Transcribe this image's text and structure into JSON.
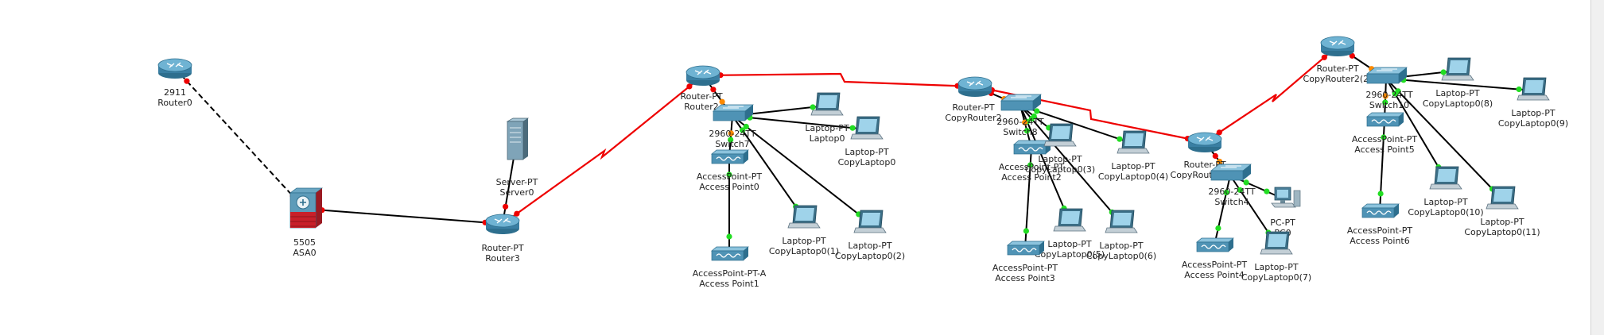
{
  "colors": {
    "link_straight": "#000000",
    "link_serial": "#ee0000",
    "port_up": "#22dd22",
    "port_down": "#ee0000",
    "port_blocking": "#ff8a00",
    "router_body": "#4b90b3",
    "switch_body": "#4f93b5",
    "laptop_screen": "#9fd3ea",
    "firewall": "#c8202a"
  },
  "devices": [
    {
      "id": "router0",
      "type": "router",
      "icon": "router-icon",
      "labels": [
        "2911",
        "Router0"
      ]
    },
    {
      "id": "asa0",
      "type": "firewall",
      "icon": "firewall-icon",
      "labels": [
        "5505",
        "ASA0"
      ]
    },
    {
      "id": "server0",
      "type": "server",
      "icon": "server-icon",
      "labels": [
        "Server-PT",
        "Server0"
      ]
    },
    {
      "id": "router3",
      "type": "router",
      "icon": "router-icon",
      "labels": [
        "Router-PT",
        "Router3"
      ]
    },
    {
      "id": "router2",
      "type": "router",
      "icon": "router-icon",
      "labels": [
        "Router-PT",
        "Router2"
      ]
    },
    {
      "id": "switch7",
      "type": "switch",
      "icon": "switch-icon",
      "labels": [
        "2960-24TT",
        "Switch7"
      ]
    },
    {
      "id": "ap0",
      "type": "accesspoint",
      "icon": "access-point-icon",
      "labels": [
        "AccessPoint-PT",
        "Access Point0"
      ]
    },
    {
      "id": "laptop0",
      "type": "laptop",
      "icon": "laptop-icon",
      "labels": [
        "Laptop-PT",
        "Laptop0"
      ]
    },
    {
      "id": "copylaptop0",
      "type": "laptop",
      "icon": "laptop-icon",
      "labels": [
        "Laptop-PT",
        "CopyLaptop0"
      ]
    },
    {
      "id": "copylaptop0_1",
      "type": "laptop",
      "icon": "laptop-icon",
      "labels": [
        "Laptop-PT",
        "CopyLaptop0(1)"
      ]
    },
    {
      "id": "copylaptop0_2",
      "type": "laptop",
      "icon": "laptop-icon",
      "labels": [
        "Laptop-PT",
        "CopyLaptop0(2)"
      ]
    },
    {
      "id": "ap1",
      "type": "accesspoint",
      "icon": "access-point-icon",
      "labels": [
        "AccessPoint-PT-A",
        "Access Point1"
      ]
    },
    {
      "id": "copyrouter2",
      "type": "router",
      "icon": "router-icon",
      "labels": [
        "Router-PT",
        "CopyRouter2"
      ]
    },
    {
      "id": "switch8",
      "type": "switch",
      "icon": "switch-icon",
      "labels": [
        "2960-24TT",
        "Switch8"
      ]
    },
    {
      "id": "ap2",
      "type": "accesspoint",
      "icon": "access-point-icon",
      "labels": [
        "AccessPoint-PT",
        "Access Point2"
      ]
    },
    {
      "id": "copylaptop0_3",
      "type": "laptop",
      "icon": "laptop-icon",
      "labels": [
        "Laptop-PT",
        "CopyLaptop0(3)"
      ]
    },
    {
      "id": "copylaptop0_4",
      "type": "laptop",
      "icon": "laptop-icon",
      "labels": [
        "Laptop-PT",
        "CopyLaptop0(4)"
      ]
    },
    {
      "id": "copylaptop0_5",
      "type": "laptop",
      "icon": "laptop-icon",
      "labels": [
        "Laptop-PT",
        "CopyLaptop0(5)"
      ]
    },
    {
      "id": "copylaptop0_6",
      "type": "laptop",
      "icon": "laptop-icon",
      "labels": [
        "Laptop-PT",
        "CopyLaptop0(6)"
      ]
    },
    {
      "id": "ap3",
      "type": "accesspoint",
      "icon": "access-point-icon",
      "labels": [
        "AccessPoint-PT",
        "Access Point3"
      ]
    },
    {
      "id": "copyrouter2_1",
      "type": "router",
      "icon": "router-icon",
      "labels": [
        "Router-PT",
        "CopyRouter2(1)"
      ]
    },
    {
      "id": "switch4",
      "type": "switch",
      "icon": "switch-icon",
      "labels": [
        "2960-24TT",
        "Switch4"
      ]
    },
    {
      "id": "pc0",
      "type": "pc",
      "icon": "pc-icon",
      "labels": [
        "PC-PT",
        "PC0"
      ]
    },
    {
      "id": "ap4",
      "type": "accesspoint",
      "icon": "access-point-icon",
      "labels": [
        "AccessPoint-PT",
        "Access Point4"
      ]
    },
    {
      "id": "copylaptop0_7",
      "type": "laptop",
      "icon": "laptop-icon",
      "labels": [
        "Laptop-PT",
        "CopyLaptop0(7)"
      ]
    },
    {
      "id": "copyrouter2_2",
      "type": "router",
      "icon": "router-icon",
      "labels": [
        "Router-PT",
        "CopyRouter2(2)"
      ]
    },
    {
      "id": "switch10",
      "type": "switch",
      "icon": "switch-icon",
      "labels": [
        "2960-24TT",
        "Switch10"
      ]
    },
    {
      "id": "ap5",
      "type": "accesspoint",
      "icon": "access-point-icon",
      "labels": [
        "AccessPoint-PT",
        "Access Point5"
      ]
    },
    {
      "id": "copylaptop0_8",
      "type": "laptop",
      "icon": "laptop-icon",
      "labels": [
        "Laptop-PT",
        "CopyLaptop0(8)"
      ]
    },
    {
      "id": "copylaptop0_9",
      "type": "laptop",
      "icon": "laptop-icon",
      "labels": [
        "Laptop-PT",
        "CopyLaptop0(9)"
      ]
    },
    {
      "id": "copylaptop0_10",
      "type": "laptop",
      "icon": "laptop-icon",
      "labels": [
        "Laptop-PT",
        "CopyLaptop0(10)"
      ]
    },
    {
      "id": "copylaptop0_11",
      "type": "laptop",
      "icon": "laptop-icon",
      "labels": [
        "Laptop-PT",
        "CopyLaptop0(11)"
      ]
    },
    {
      "id": "ap6",
      "type": "accesspoint",
      "icon": "access-point-icon",
      "labels": [
        "AccessPoint-PT",
        "Access Point6"
      ]
    }
  ],
  "links": [
    {
      "from": "router0",
      "to": "asa0",
      "kind": "crossover",
      "a": "down",
      "b": "down"
    },
    {
      "from": "asa0",
      "to": "router3",
      "kind": "straight",
      "a": "down",
      "b": "down"
    },
    {
      "from": "server0",
      "to": "router3",
      "kind": "straight",
      "a": "down",
      "b": "down"
    },
    {
      "from": "router3",
      "to": "router2",
      "kind": "serial",
      "a": "down",
      "b": "down"
    },
    {
      "from": "router2",
      "to": "copyrouter2",
      "kind": "serial",
      "a": "down",
      "b": "down"
    },
    {
      "from": "copyrouter2",
      "to": "copyrouter2_1",
      "kind": "serial",
      "a": "down",
      "b": "down"
    },
    {
      "from": "copyrouter2_1",
      "to": "copyrouter2_2",
      "kind": "serial",
      "a": "down",
      "b": "down"
    },
    {
      "from": "router2",
      "to": "switch7",
      "kind": "straight",
      "a": "down",
      "b": "blocking"
    },
    {
      "from": "switch7",
      "to": "laptop0",
      "kind": "straight",
      "a": "up",
      "b": "up"
    },
    {
      "from": "switch7",
      "to": "copylaptop0",
      "kind": "straight",
      "a": "up",
      "b": "up"
    },
    {
      "from": "switch7",
      "to": "copylaptop0_1",
      "kind": "straight",
      "a": "up",
      "b": "up"
    },
    {
      "from": "switch7",
      "to": "copylaptop0_2",
      "kind": "straight",
      "a": "up",
      "b": "up"
    },
    {
      "from": "switch7",
      "to": "ap0",
      "kind": "straight",
      "a": "blocking",
      "b": "up"
    },
    {
      "from": "ap0",
      "to": "ap1",
      "kind": "straight",
      "a": "up",
      "b": "up"
    },
    {
      "from": "copyrouter2",
      "to": "switch8",
      "kind": "straight",
      "a": "down",
      "b": "blocking"
    },
    {
      "from": "switch8",
      "to": "copylaptop0_3",
      "kind": "straight",
      "a": "up",
      "b": "up"
    },
    {
      "from": "switch8",
      "to": "copylaptop0_4",
      "kind": "straight",
      "a": "up",
      "b": "up"
    },
    {
      "from": "switch8",
      "to": "copylaptop0_5",
      "kind": "straight",
      "a": "up",
      "b": "up"
    },
    {
      "from": "switch8",
      "to": "copylaptop0_6",
      "kind": "straight",
      "a": "up",
      "b": "up"
    },
    {
      "from": "switch8",
      "to": "ap2",
      "kind": "straight",
      "a": "blocking",
      "b": "up"
    },
    {
      "from": "ap2",
      "to": "ap3",
      "kind": "straight",
      "a": "up",
      "b": "up"
    },
    {
      "from": "copyrouter2_1",
      "to": "switch4",
      "kind": "straight",
      "a": "down",
      "b": "blocking"
    },
    {
      "from": "switch4",
      "to": "pc0",
      "kind": "straight",
      "a": "up",
      "b": "up"
    },
    {
      "from": "switch4",
      "to": "copylaptop0_7",
      "kind": "straight",
      "a": "up",
      "b": "up"
    },
    {
      "from": "switch4",
      "to": "ap4",
      "kind": "straight",
      "a": "up",
      "b": "up"
    },
    {
      "from": "copyrouter2_2",
      "to": "switch10",
      "kind": "straight",
      "a": "down",
      "b": "blocking"
    },
    {
      "from": "switch10",
      "to": "copylaptop0_8",
      "kind": "straight",
      "a": "up",
      "b": "up"
    },
    {
      "from": "switch10",
      "to": "copylaptop0_9",
      "kind": "straight",
      "a": "up",
      "b": "up"
    },
    {
      "from": "switch10",
      "to": "copylaptop0_10",
      "kind": "straight",
      "a": "up",
      "b": "up"
    },
    {
      "from": "switch10",
      "to": "copylaptop0_11",
      "kind": "straight",
      "a": "up",
      "b": "up"
    },
    {
      "from": "switch10",
      "to": "ap5",
      "kind": "straight",
      "a": "blocking",
      "b": "up"
    },
    {
      "from": "ap5",
      "to": "ap6",
      "kind": "straight",
      "a": "up",
      "b": "up"
    }
  ]
}
